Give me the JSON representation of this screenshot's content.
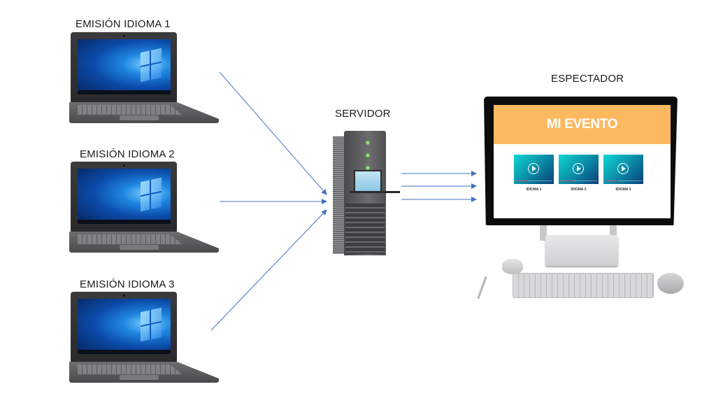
{
  "diagram": {
    "sources": [
      {
        "label": "EMISIÓN IDIOMA 1",
        "device": "laptop"
      },
      {
        "label": "EMISIÓN IDIOMA 2",
        "device": "laptop"
      },
      {
        "label": "EMISIÓN IDIOMA 3",
        "device": "laptop"
      }
    ],
    "server": {
      "label": "SERVIDOR"
    },
    "viewer": {
      "label": "ESPECTADOR",
      "screen_title": "MI EVENTO",
      "videos": [
        {
          "label": "IDIOMA 1"
        },
        {
          "label": "IDIOMA 2"
        },
        {
          "label": "IDIOMA 3"
        }
      ]
    },
    "connections": [
      {
        "from": "EMISIÓN IDIOMA 1",
        "to": "SERVIDOR"
      },
      {
        "from": "EMISIÓN IDIOMA 2",
        "to": "SERVIDOR"
      },
      {
        "from": "EMISIÓN IDIOMA 3",
        "to": "SERVIDOR"
      },
      {
        "from": "SERVIDOR",
        "to": "ESPECTADOR"
      },
      {
        "from": "SERVIDOR",
        "to": "ESPECTADOR"
      },
      {
        "from": "SERVIDOR",
        "to": "ESPECTADOR"
      }
    ],
    "colors": {
      "arrow": "#4472c4",
      "banner": "#fdb95f",
      "video": "#0a8ea8"
    }
  }
}
